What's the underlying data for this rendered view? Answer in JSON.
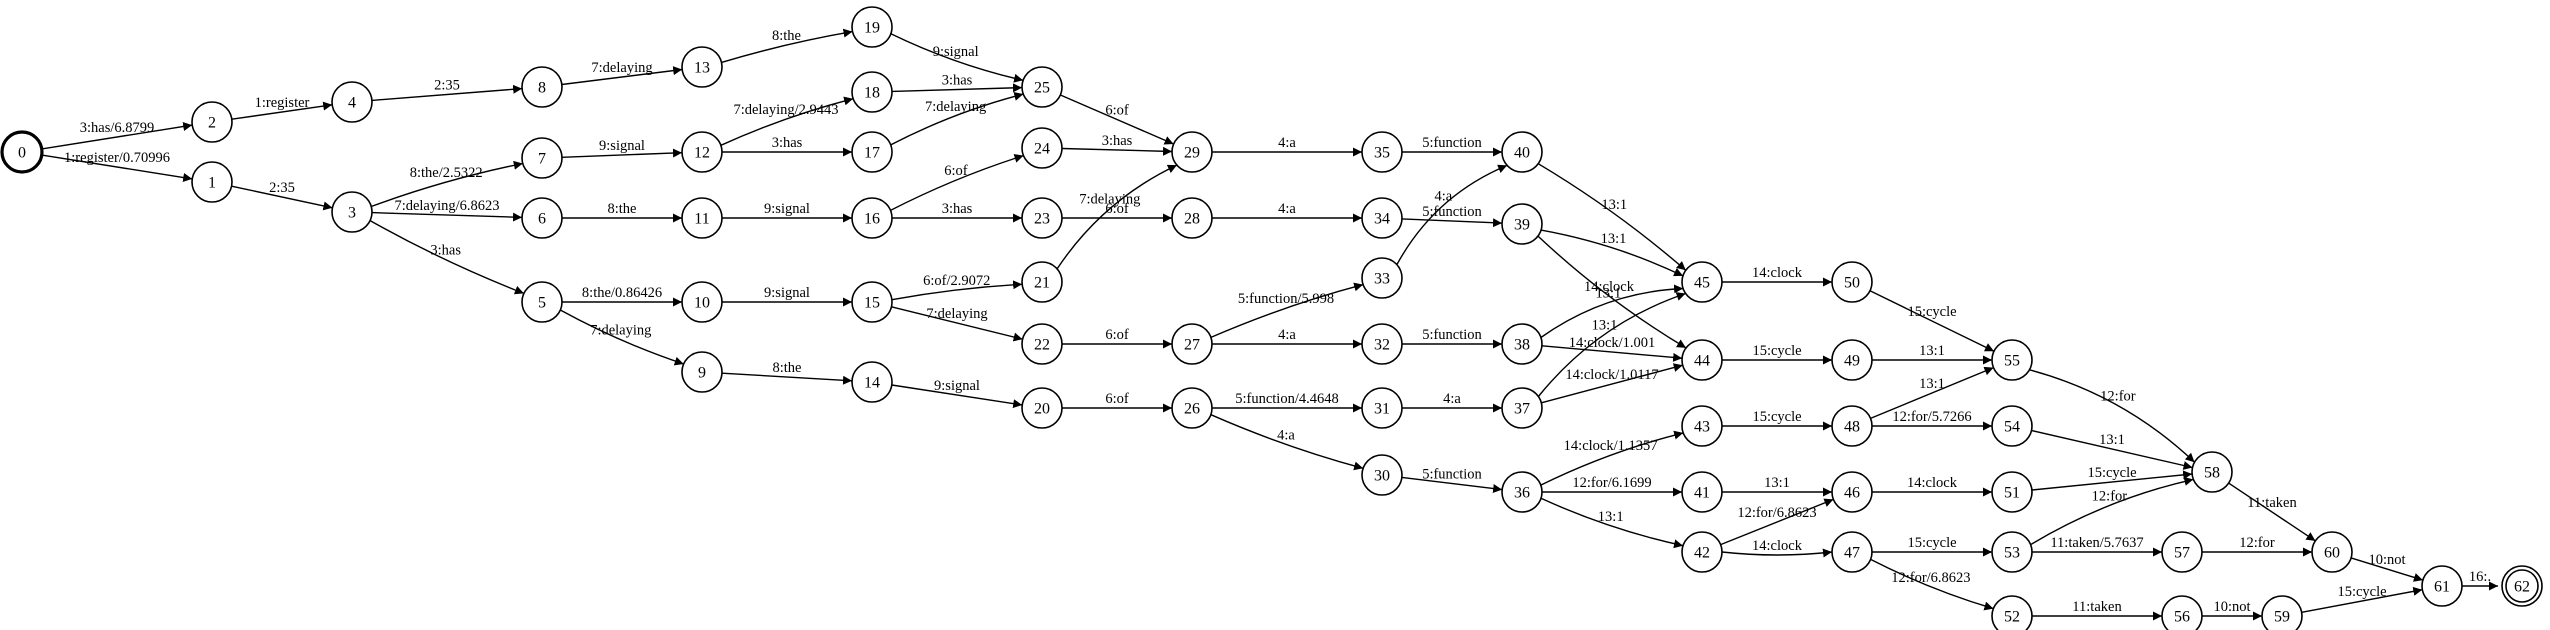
{
  "diagram": {
    "start_node": "0",
    "final_node": "62",
    "nodes": [
      "0",
      "1",
      "2",
      "3",
      "4",
      "5",
      "6",
      "7",
      "8",
      "9",
      "10",
      "11",
      "12",
      "13",
      "14",
      "15",
      "16",
      "17",
      "18",
      "19",
      "20",
      "21",
      "22",
      "23",
      "24",
      "25",
      "26",
      "27",
      "28",
      "29",
      "30",
      "31",
      "32",
      "33",
      "34",
      "35",
      "36",
      "37",
      "38",
      "39",
      "40",
      "41",
      "42",
      "43",
      "44",
      "45",
      "46",
      "47",
      "48",
      "49",
      "50",
      "51",
      "52",
      "53",
      "54",
      "55",
      "56",
      "57",
      "58",
      "59",
      "60",
      "61",
      "62"
    ],
    "edges": [
      {
        "from": "0",
        "to": "2",
        "label": "3:has/6.8799"
      },
      {
        "from": "0",
        "to": "1",
        "label": "1:register/0.70996"
      },
      {
        "from": "2",
        "to": "4",
        "label": "1:register"
      },
      {
        "from": "4",
        "to": "8",
        "label": "2:35"
      },
      {
        "from": "8",
        "to": "13",
        "label": "7:delaying"
      },
      {
        "from": "13",
        "to": "19",
        "label": "8:the"
      },
      {
        "from": "19",
        "to": "25",
        "label": "9:signal"
      },
      {
        "from": "1",
        "to": "3",
        "label": "2:35"
      },
      {
        "from": "3",
        "to": "7",
        "label": "8:the/2.5322"
      },
      {
        "from": "3",
        "to": "6",
        "label": "7:delaying/6.8623"
      },
      {
        "from": "3",
        "to": "5",
        "label": "3:has"
      },
      {
        "from": "7",
        "to": "12",
        "label": "9:signal"
      },
      {
        "from": "12",
        "to": "18",
        "label": "7:delaying/2.9443"
      },
      {
        "from": "12",
        "to": "17",
        "label": "3:has"
      },
      {
        "from": "18",
        "to": "25",
        "label": "3:has"
      },
      {
        "from": "17",
        "to": "25",
        "label": "7:delaying"
      },
      {
        "from": "25",
        "to": "29",
        "label": "6:of"
      },
      {
        "from": "6",
        "to": "11",
        "label": "8:the"
      },
      {
        "from": "11",
        "to": "16",
        "label": "9:signal"
      },
      {
        "from": "16",
        "to": "24",
        "label": "6:of"
      },
      {
        "from": "16",
        "to": "23",
        "label": "3:has"
      },
      {
        "from": "24",
        "to": "29",
        "label": "3:has"
      },
      {
        "from": "23",
        "to": "28",
        "label": "6:of"
      },
      {
        "from": "5",
        "to": "10",
        "label": "8:the/0.86426"
      },
      {
        "from": "5",
        "to": "9",
        "label": "7:delaying"
      },
      {
        "from": "10",
        "to": "15",
        "label": "9:signal"
      },
      {
        "from": "15",
        "to": "21",
        "label": "6:of/2.9072"
      },
      {
        "from": "15",
        "to": "22",
        "label": "7:delaying"
      },
      {
        "from": "21",
        "to": "29",
        "label": "7:delaying"
      },
      {
        "from": "9",
        "to": "14",
        "label": "8:the"
      },
      {
        "from": "14",
        "to": "20",
        "label": "9:signal"
      },
      {
        "from": "20",
        "to": "26",
        "label": "6:of"
      },
      {
        "from": "22",
        "to": "27",
        "label": "6:of"
      },
      {
        "from": "29",
        "to": "35",
        "label": "4:a"
      },
      {
        "from": "28",
        "to": "34",
        "label": "4:a"
      },
      {
        "from": "35",
        "to": "40",
        "label": "5:function"
      },
      {
        "from": "34",
        "to": "39",
        "label": "5:function"
      },
      {
        "from": "27",
        "to": "33",
        "label": "5:function/5.998"
      },
      {
        "from": "27",
        "to": "32",
        "label": "4:a"
      },
      {
        "from": "33",
        "to": "40",
        "label": "4:a"
      },
      {
        "from": "32",
        "to": "38",
        "label": "5:function"
      },
      {
        "from": "26",
        "to": "31",
        "label": "5:function/4.4648"
      },
      {
        "from": "26",
        "to": "30",
        "label": "4:a"
      },
      {
        "from": "31",
        "to": "37",
        "label": "4:a"
      },
      {
        "from": "30",
        "to": "36",
        "label": "5:function"
      },
      {
        "from": "40",
        "to": "45",
        "label": "13:1"
      },
      {
        "from": "39",
        "to": "45",
        "label": "13:1"
      },
      {
        "from": "39",
        "to": "44",
        "label": "14:clock"
      },
      {
        "from": "38",
        "to": "45",
        "label": "13:1"
      },
      {
        "from": "38",
        "to": "44",
        "label": "14:clock/1.001"
      },
      {
        "from": "37",
        "to": "45",
        "label": "13:1"
      },
      {
        "from": "37",
        "to": "44",
        "label": "14:clock/1.0117"
      },
      {
        "from": "36",
        "to": "43",
        "label": "14:clock/1.1357"
      },
      {
        "from": "36",
        "to": "41",
        "label": "12:for/6.1699"
      },
      {
        "from": "36",
        "to": "42",
        "label": "13:1"
      },
      {
        "from": "41",
        "to": "46",
        "label": "13:1"
      },
      {
        "from": "42",
        "to": "46",
        "label": "12:for/6.8623"
      },
      {
        "from": "42",
        "to": "47",
        "label": "14:clock"
      },
      {
        "from": "45",
        "to": "50",
        "label": "14:clock"
      },
      {
        "from": "44",
        "to": "49",
        "label": "15:cycle"
      },
      {
        "from": "43",
        "to": "48",
        "label": "15:cycle"
      },
      {
        "from": "46",
        "to": "51",
        "label": "14:clock"
      },
      {
        "from": "47",
        "to": "53",
        "label": "15:cycle"
      },
      {
        "from": "47",
        "to": "52",
        "label": "12:for/6.8623"
      },
      {
        "from": "50",
        "to": "55",
        "label": "15:cycle"
      },
      {
        "from": "49",
        "to": "55",
        "label": "13:1"
      },
      {
        "from": "48",
        "to": "55",
        "label": "13:1"
      },
      {
        "from": "48",
        "to": "54",
        "label": "12:for/5.7266"
      },
      {
        "from": "55",
        "to": "58",
        "label": "12:for"
      },
      {
        "from": "54",
        "to": "58",
        "label": "13:1"
      },
      {
        "from": "51",
        "to": "58",
        "label": "15:cycle"
      },
      {
        "from": "53",
        "to": "58",
        "label": "12:for"
      },
      {
        "from": "53",
        "to": "57",
        "label": "11:taken/5.7637"
      },
      {
        "from": "52",
        "to": "56",
        "label": "11:taken"
      },
      {
        "from": "58",
        "to": "60",
        "label": "11:taken"
      },
      {
        "from": "57",
        "to": "60",
        "label": "12:for"
      },
      {
        "from": "56",
        "to": "59",
        "label": "10:not"
      },
      {
        "from": "60",
        "to": "61",
        "label": "10:not"
      },
      {
        "from": "59",
        "to": "61",
        "label": "15:cycle"
      },
      {
        "from": "61",
        "to": "62",
        "label": "16:."
      }
    ]
  }
}
